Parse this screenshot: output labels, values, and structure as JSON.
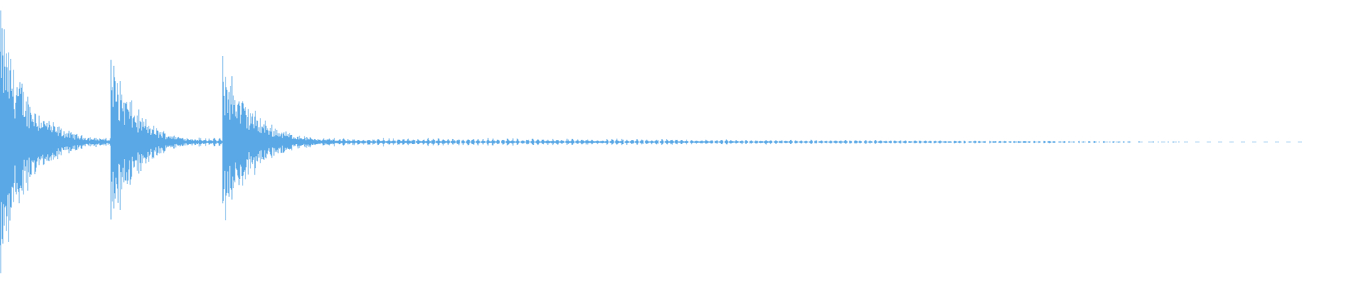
{
  "waveform": {
    "color": "#5aa9e6",
    "transients": [
      {
        "onset": 0.0,
        "peak": 1.0,
        "decay": 0.02
      },
      {
        "onset": 0.081,
        "peak": 0.7,
        "decay": 0.018
      },
      {
        "onset": 0.163,
        "peak": 0.66,
        "decay": 0.022
      }
    ],
    "tail": {
      "level": 0.045,
      "fade_until": 0.955
    }
  }
}
